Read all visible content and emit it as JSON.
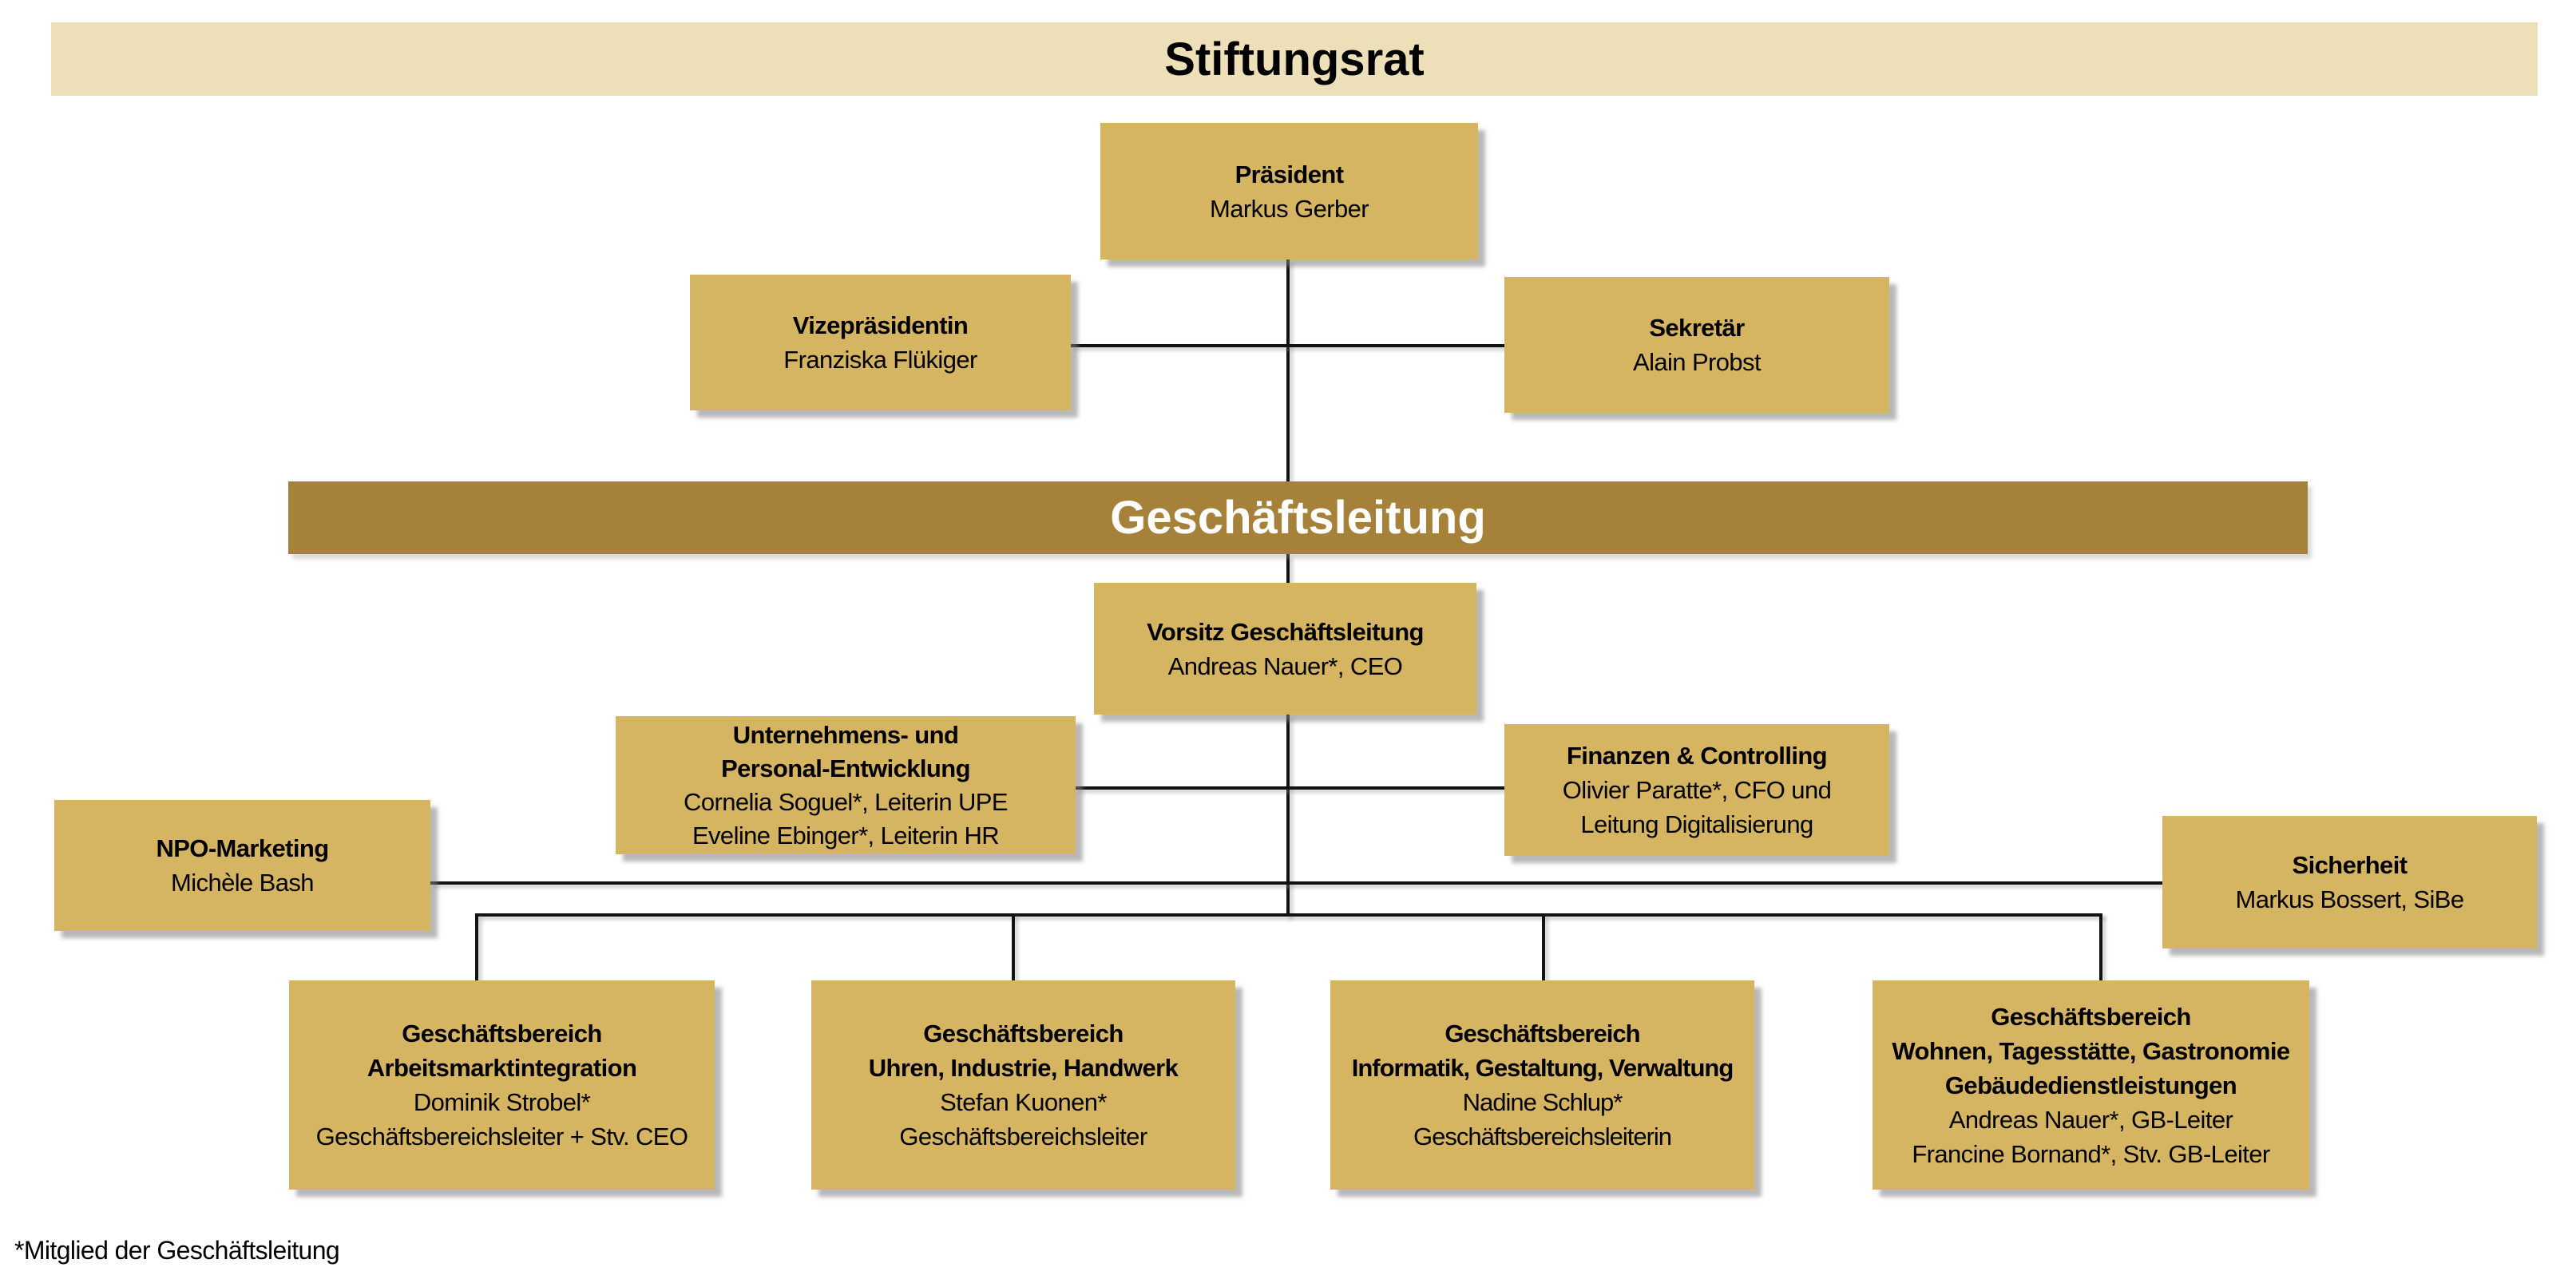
{
  "banners": {
    "stiftungsrat": "Stiftungsrat",
    "geschaeftsleitung": "Geschäftsleitung"
  },
  "boxes": {
    "praesident": {
      "title": [
        "Präsident"
      ],
      "people": [
        "Markus Gerber"
      ]
    },
    "vize": {
      "title": [
        "Vizepräsidentin"
      ],
      "people": [
        "Franziska Flükiger"
      ]
    },
    "sekretaer": {
      "title": [
        "Sekretär"
      ],
      "people": [
        "Alain Probst"
      ]
    },
    "vorsitz": {
      "title": [
        "Vorsitz Geschäftsleitung"
      ],
      "people": [
        "Andreas Nauer*, CEO"
      ]
    },
    "upe": {
      "title": [
        "Unternehmens- und",
        "Personal-Entwicklung"
      ],
      "people": [
        "Cornelia Soguel*, Leiterin UPE",
        "Eveline Ebinger*, Leiterin HR"
      ]
    },
    "finanzen": {
      "title": [
        "Finanzen & Controlling"
      ],
      "people": [
        "Olivier Paratte*, CFO und",
        "Leitung Digitalisierung"
      ]
    },
    "npo": {
      "title": [
        "NPO-Marketing"
      ],
      "people": [
        "Michèle Bash"
      ]
    },
    "sicherheit": {
      "title": [
        "Sicherheit"
      ],
      "people": [
        "Markus Bossert, SiBe"
      ]
    },
    "gb_arbeitsmarkt": {
      "title": [
        "Geschäftsbereich",
        "Arbeitsmarktintegration"
      ],
      "people": [
        "Dominik Strobel*",
        "Geschäftsbereichsleiter + Stv. CEO"
      ]
    },
    "gb_uhren": {
      "title": [
        "Geschäftsbereich",
        "Uhren, Industrie, Handwerk"
      ],
      "people": [
        "Stefan Kuonen*",
        "Geschäftsbereichsleiter"
      ]
    },
    "gb_informatik": {
      "title": [
        "Geschäftsbereich",
        "Informatik, Gestaltung, Verwaltung"
      ],
      "people": [
        "Nadine Schlup*",
        "Geschäftsbereichsleiterin"
      ]
    },
    "gb_wohnen": {
      "title": [
        "Geschäftsbereich",
        "Wohnen, Tagesstätte, Gastronomie",
        "Gebäudedienstleistungen"
      ],
      "people": [
        "Andreas Nauer*, GB-Leiter",
        "Francine Bornand*, Stv. GB-Leiter"
      ]
    }
  },
  "footnote": "*Mitglied der Geschäftsleitung",
  "colors": {
    "box_gold": "#D6B562",
    "banner_cream": "#EDE0B8",
    "banner_dark_gold": "#A6813A",
    "line_black": "#121212"
  }
}
